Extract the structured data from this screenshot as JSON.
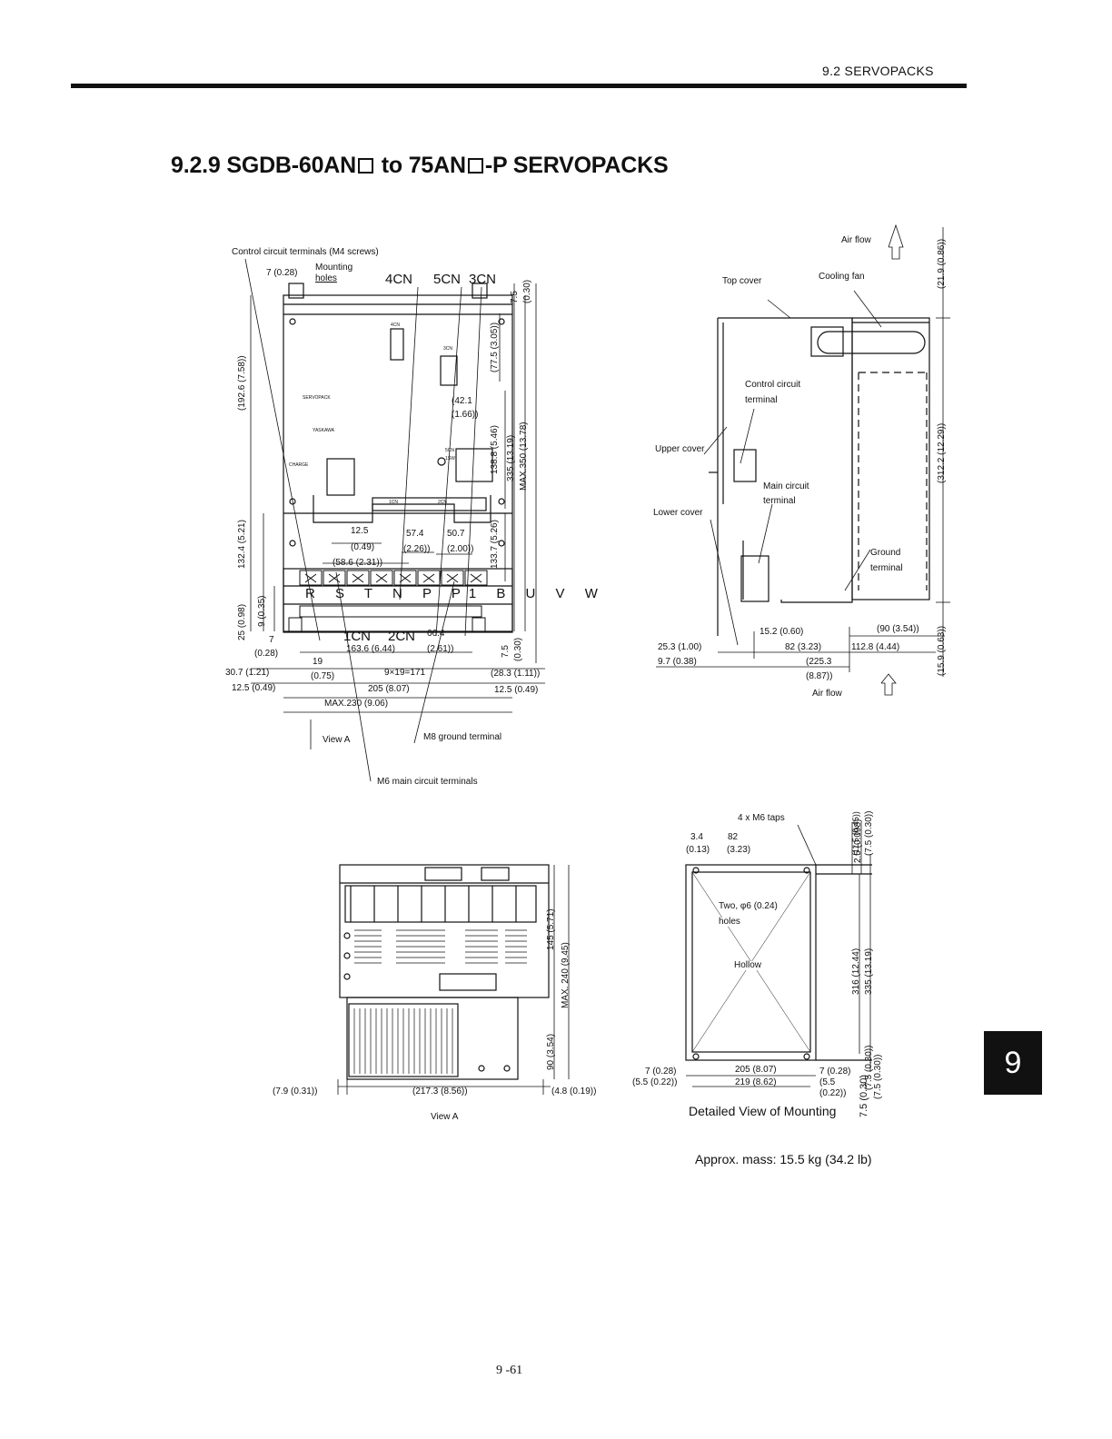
{
  "header": {
    "section": "9.2 SERVOPACKS"
  },
  "title": {
    "prefix": "9.2.9 SGDB-60AN",
    "mid": " to 75AN",
    "suffix": "-P SERVOPACKS"
  },
  "front_view": {
    "ctrl_terminals": "Control circuit terminals (M4 screws)",
    "mounting_holes_1": "Mounting",
    "mounting_holes_2": "holes",
    "cn4": "4CN",
    "cn5": "5CN",
    "cn3": "3CN",
    "cn1": "1CN",
    "cn2": "2CN",
    "d_7_028": "7 (0.28)",
    "d_42_1": "(42.1",
    "d_1_66": "(1.66))",
    "d_12_5": "12.5",
    "d_0_49": "(0.49)",
    "d_57_4": "57.4",
    "d_2_26": "(2.26))",
    "d_50_7": "50.7",
    "d_2_00": "(2.00))",
    "d_58_6": "(58.6 (2.31))",
    "d_66_4": "66.4",
    "d_2_61": "(2.61))",
    "d_7": "7",
    "d_028b": "(0.28)",
    "d_163_6": "163.6 (6.44)",
    "d_19": "19",
    "d_075": "(0.75)",
    "d_9x19": "9×19=171",
    "d_30_7": "30.7 (1.21)",
    "d_12_5b": "12.5 (0.49)",
    "d_205": "205 (8.07)",
    "d_28_3": "(28.3 (1.11))",
    "d_12_5c": "12.5 (0.49)",
    "d_max230": "MAX.230 (9.06)",
    "view_a": "View A",
    "m8": "M8 ground terminal",
    "m6": "M6 main circuit terminals",
    "v_192_6": "(192.6 (7.58))",
    "v_132_4": "132.4 (5.21)",
    "v_25": "25 (0.98)",
    "v_9": "9 (0.35)",
    "v_7_5": "7.5",
    "v_030": "(0.30)",
    "v_77_5": "(77.5 (3.05))",
    "v_138_8": "138.8 (5.46)",
    "v_133_7": "133.7 (5.26)",
    "v_335": "335 (13.19)",
    "v_max350": "MAX.350 (13.78)",
    "v_7_5b": "7.5",
    "v_030b": "(0.30)",
    "terminals": "R S T N P P1 B U V W",
    "label_servopack": "SERVOPACK",
    "label_yaskawa": "YASKAWA",
    "label_charge": "CHARGE",
    "label_4cn": "4CN",
    "label_3cn": "3CN",
    "label_1cn": "1CN",
    "label_2cn": "2CN",
    "label_5cn": "5CN",
    "label_1sw": "1SW"
  },
  "side_view": {
    "air_flow_top": "Air flow",
    "air_flow_bottom": "Air flow",
    "top_cover": "Top cover",
    "cooling_fan": "Cooling fan",
    "ctrl_terminal_1": "Control circuit",
    "ctrl_terminal_2": "terminal",
    "upper_cover": "Upper cover",
    "main_terminal_1": "Main  circuit",
    "main_terminal_2": "terminal",
    "lower_cover": "Lower cover",
    "ground_1": "Ground",
    "ground_2": "terminal",
    "d_15_2": "15.2 (0.60)",
    "d_90": "(90 (3.54))",
    "d_25_3": "25.3 (1.00)",
    "d_82": "82 (3.23)",
    "d_112_8": "112.8 (4.44)",
    "d_9_7": "9.7 (0.38)",
    "d_225_3": "(225.3",
    "d_8_87": "(8.87))",
    "v_21_9": "(21.9 (0.86))",
    "v_312_2": "(312.2 (12.29))",
    "v_15_9": "(15.9 (0.63))"
  },
  "view_a": {
    "caption": "View A",
    "d_7_9": "(7.9 (0.31))",
    "d_217_3": "(217.3 (8.56))",
    "d_4_8": "(4.8 (0.19))",
    "v_145": "145 (5.71)",
    "v_max240": "MAX. 240 (9.45)",
    "v_90": "90 (3.54)"
  },
  "mounting": {
    "caption": "Detailed View of Mounting",
    "m6_taps": "4 x M6 taps",
    "d_3_4": "3.4",
    "d_0_13": "(0.13)",
    "d_82": "82",
    "d_3_23": "(3.23)",
    "holes_1": "Two,  φ6  (0.24)",
    "holes_2": "holes",
    "hollow": "Hollow",
    "d_7_028": "7 (0.28)",
    "d_5_5": "(5.5 (0.22))",
    "d_205": "205 (8.07)",
    "d_219": "219 (8.62)",
    "d_7b": "7 (0.28)",
    "d_5_5b": "(5.5",
    "d_0_22": "(0.22))",
    "v_2_5": "2.5 (0.098)",
    "v_11_5": "(11.5 (0.45))",
    "v_7_5": "(7.5 (0.30))",
    "v_316": "316 (12.44)",
    "v_335": "335 (13.19)",
    "v_7_5b": "(7.5 (0.30))",
    "v_7_5c": "7.5 (0.30)",
    "v_7_5d": "(7.5 (0.30))"
  },
  "mass": "Approx. mass: 15.5 kg (34.2 lb)",
  "chapter_tab": "9",
  "page_number": "9 -61"
}
